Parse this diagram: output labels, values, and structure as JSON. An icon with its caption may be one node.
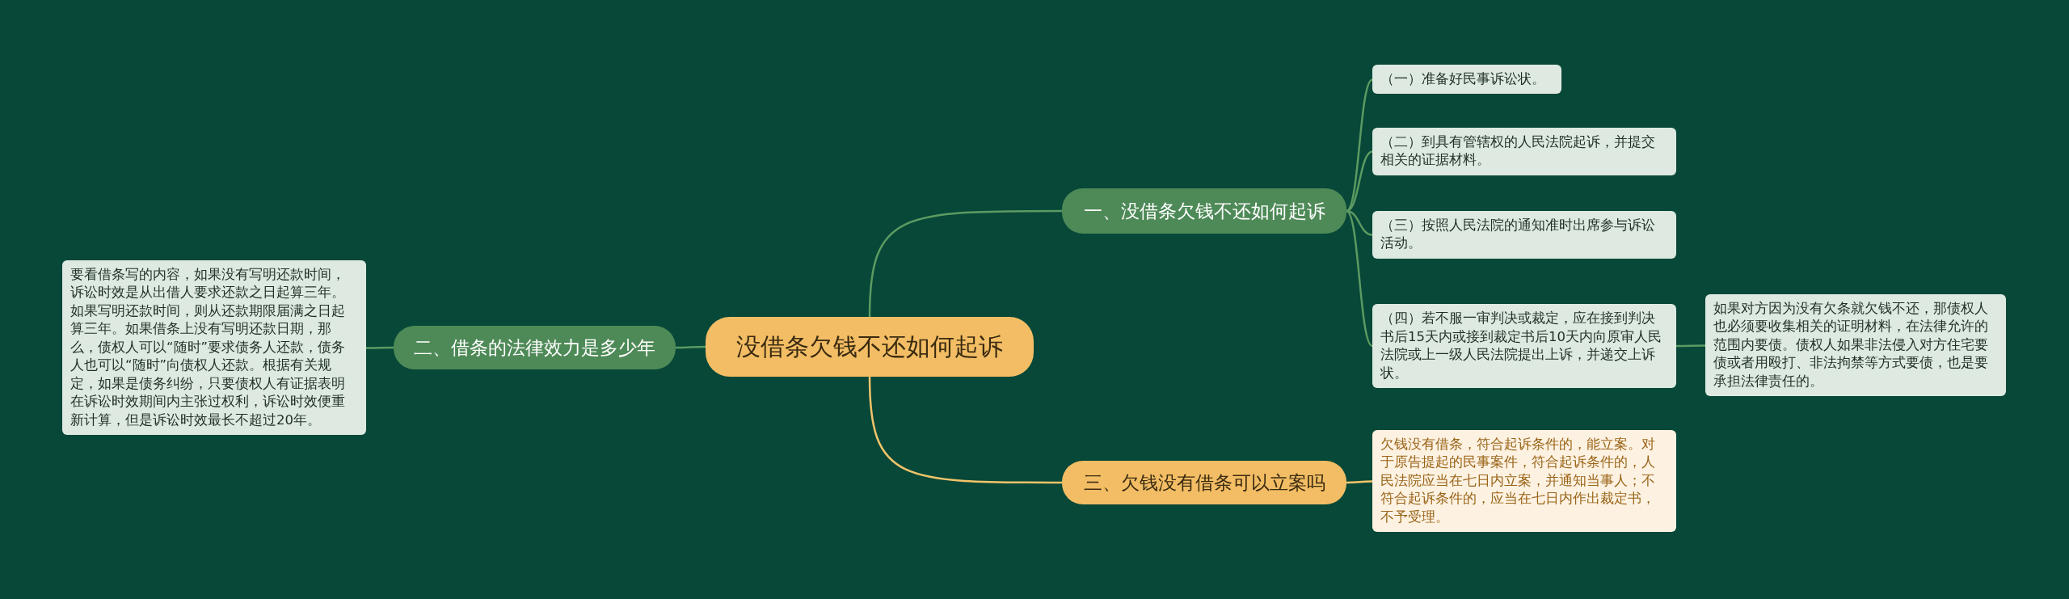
{
  "diagram": {
    "nodes": [
      {
        "text": [
          "没借条欠钱不还如何起诉"
        ]
      },
      {
        "text": [
          "一、没借条欠钱不还如何起诉"
        ]
      },
      {
        "text": [
          "（一）准备好民事诉讼状。"
        ]
      },
      {
        "text": [
          "（二）到具有管辖权的人民法院起诉，并提交相关的证据材料。"
        ]
      },
      {
        "text": [
          "（三）按照人民法院的通知准时出席参与诉讼活动。"
        ]
      },
      {
        "text": [
          "（四）若不服一审判决或裁定，应在接到判决书后15天内或接到裁定书后10天内向原审人民法院或上一级人民法院提出上诉，并递交上诉状。"
        ]
      },
      {
        "text": [
          "如果对方因为没有欠条就欠钱不还，那债权人也必须要收集相关的证明材料，在法律允许的范围内要债。债权人如果非法侵入对方住宅要债或者用殴打、非法拘禁等方式要债，也是要承担法律责任的。"
        ]
      },
      {
        "text": [
          "二、借条的法律效力是多少年"
        ]
      },
      {
        "text": [
          "要看借条写的内容，如果没有写明还款时间，诉讼时效是从出借人要求还款之日起算三年。如果写明还款时间，则从还款期限届满之日起算三年。如果借条上没有写明还款日期，那么，债权人可以“随时”要求债务人还款，债务人也可以“随时”向债权人还款。根据有关规定，如果是债务纠纷，只要债权人有证据表明在诉讼时效期间内主张过权利，诉讼时效便重新计算，但是诉讼时效最长不超过20年。"
        ]
      },
      {
        "text": [
          "三、欠钱没有借条可以立案吗"
        ]
      },
      {
        "text": [
          "欠钱没有借条，符合起诉条件的，能立案。对于原告提起的民事案件，符合起诉条件的，人民法院应当在七日内立案，并通知当事人；不符合起诉条件的，应当在七日内作出裁定书，不予受理。"
        ]
      }
    ],
    "edges": [
      {
        "from": 0,
        "to": 1,
        "arrow": "none"
      },
      {
        "from": 1,
        "to": 2,
        "arrow": "none"
      },
      {
        "from": 1,
        "to": 3,
        "arrow": "none"
      },
      {
        "from": 1,
        "to": 4,
        "arrow": "none"
      },
      {
        "from": 1,
        "to": 5,
        "arrow": "none"
      },
      {
        "from": 5,
        "to": 6,
        "arrow": "none"
      },
      {
        "from": 0,
        "to": 7,
        "arrow": "none"
      },
      {
        "from": 7,
        "to": 8,
        "arrow": "none"
      },
      {
        "from": 0,
        "to": 9,
        "arrow": "none",
        "color": "#f2c46a"
      },
      {
        "from": 9,
        "to": 10,
        "arrow": "none",
        "color": "#f2c46a"
      }
    ]
  }
}
